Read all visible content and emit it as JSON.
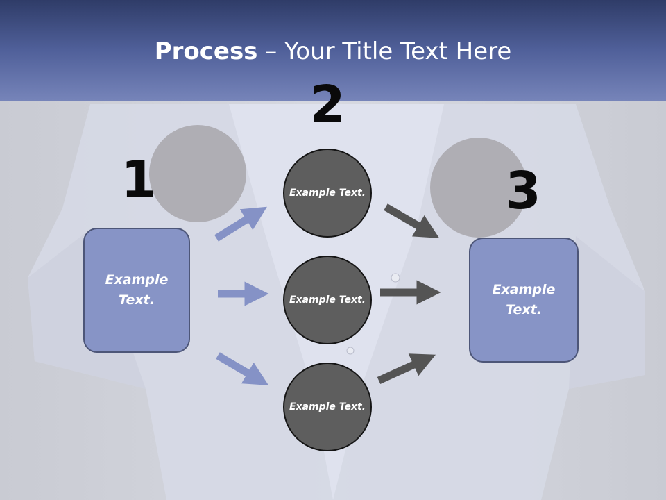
{
  "slide": {
    "title_bold": "Process",
    "title_rest": " – Your Title Text Here"
  },
  "steps": {
    "one": "1",
    "two": "2",
    "three": "3"
  },
  "left_box": {
    "text": "Example Text."
  },
  "right_box": {
    "text": "Example Text."
  },
  "circles": [
    {
      "text": "Example Text."
    },
    {
      "text": "Example Text."
    },
    {
      "text": "Example Text."
    }
  ],
  "colors": {
    "header_top": "#2f3c68",
    "header_bottom": "#7684b9",
    "box_fill": "#8794c6",
    "circle_fill": "#5e5e5e",
    "left_arrow": "#8592c6",
    "right_arrow": "#545454"
  }
}
